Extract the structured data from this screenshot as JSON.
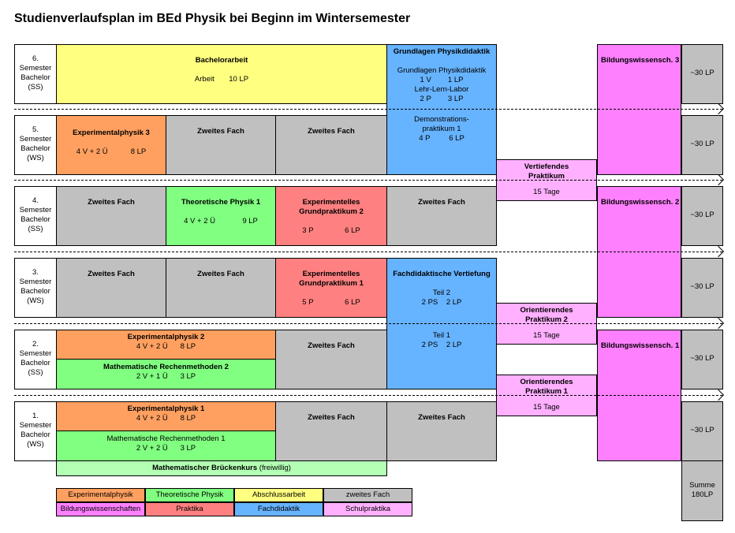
{
  "title": "Studienverlaufsplan im BEd Physik bei Beginn im Wintersemester",
  "semesters": {
    "s6": {
      "l1": "6.",
      "l2": "Semester",
      "l3": "Bachelor",
      "l4": "(SS)"
    },
    "s5": {
      "l1": "5.",
      "l2": "Semester",
      "l3": "Bachelor",
      "l4": "(WS)"
    },
    "s4": {
      "l1": "4.",
      "l2": "Semester",
      "l3": "Bachelor",
      "l4": "(SS)"
    },
    "s3": {
      "l1": "3.",
      "l2": "Semester",
      "l3": "Bachelor",
      "l4": "(WS)"
    },
    "s2": {
      "l1": "2.",
      "l2": "Semester",
      "l3": "Bachelor",
      "l4": "(SS)"
    },
    "s1": {
      "l1": "1.",
      "l2": "Semester",
      "l3": "Bachelor",
      "l4": "(WS)"
    }
  },
  "zweites_fach": "Zweites Fach",
  "bachelorarbeit": {
    "title": "Bachelorarbeit",
    "arbeit": "Arbeit",
    "lp": "10 LP"
  },
  "grundlagen": {
    "title": "Grundlagen Physikdidaktik",
    "sub": "Grundlagen Physikdidaktik",
    "v": "1 V",
    "v_lp": "1 LP",
    "labor": "Lehr-Lern-Labor",
    "p": "2 P",
    "p_lp": "3 LP",
    "demo1": "Demonstrations-",
    "demo2": "praktikum 1",
    "demo_p": "4 P",
    "demo_lp": "6 LP"
  },
  "bw3": "Bildungswissensch. 3",
  "bw2": "Bildungswissensch. 2",
  "bw1": "Bildungswissensch. 1",
  "lp30": "~30 LP",
  "summe": {
    "l1": "Summe",
    "l2": "180LP"
  },
  "exp3": {
    "title": "Experimentalphysik 3",
    "sws": "4 V + 2 Ü",
    "lp": "8 LP"
  },
  "theo1": {
    "title": "Theoretische Physik 1",
    "sws": "4 V + 2 Ü",
    "lp": "9 LP"
  },
  "egp2": {
    "t1": "Experimentelles",
    "t2": "Grundpraktikum 2",
    "sws": "3 P",
    "lp": "6 LP"
  },
  "egp1": {
    "t1": "Experimentelles",
    "t2": "Grundpraktikum 1",
    "sws": "5 P",
    "lp": "6 LP"
  },
  "vertiefung": {
    "title": "Fachdidaktische Vertiefung",
    "teil2": "Teil 2",
    "t2_sws": "2 PS",
    "t2_lp": "2 LP",
    "teil1": "Teil 1",
    "t1_sws": "2 PS",
    "t1_lp": "2 LP"
  },
  "vp": {
    "t1": "Vertiefendes",
    "t2": "Praktikum",
    "tage": "15 Tage"
  },
  "op2": {
    "t1": "Orientierendes",
    "t2": "Praktikum 2",
    "tage": "15 Tage"
  },
  "op1": {
    "t1": "Orientierendes",
    "t2": "Praktikum 1",
    "tage": "15 Tage"
  },
  "exp2": {
    "title": "Experimentalphysik 2",
    "sws": "4 V + 2 Ü",
    "lp": "8 LP"
  },
  "mrm2": {
    "title": "Mathematische Rechenmethoden 2",
    "sws": "2 V + 1 Ü",
    "lp": "3 LP"
  },
  "exp1": {
    "title": "Experimentalphysik 1",
    "sws": "4 V + 2 Ü",
    "lp": "8 LP"
  },
  "mrm1": {
    "title": "Mathematische Rechenmethoden 1",
    "sws": "2 V + 2 Ü",
    "lp": "3 LP"
  },
  "brueckenkurs": {
    "title": "Mathematischer Brückenkurs",
    "note": "(freiwillig)"
  },
  "legend": {
    "exp": "Experimentalphysik",
    "theo": "Theoretische Physik",
    "abschluss": "Abschlussarbeit",
    "zweit": "zweites Fach",
    "bw": "Bildungswissenschaften",
    "prak": "Praktika",
    "fd": "Fachdidaktik",
    "schul": "Schulpraktika"
  },
  "colors": {
    "gray": "#c0c0c0",
    "yellow": "#ffff80",
    "orange": "#ffa060",
    "green": "#80ff80",
    "red": "#ff8080",
    "blue": "#66b3ff",
    "magenta": "#ff80ff",
    "pink": "#ffb0ff",
    "lightgreen": "#b3ffb3"
  }
}
